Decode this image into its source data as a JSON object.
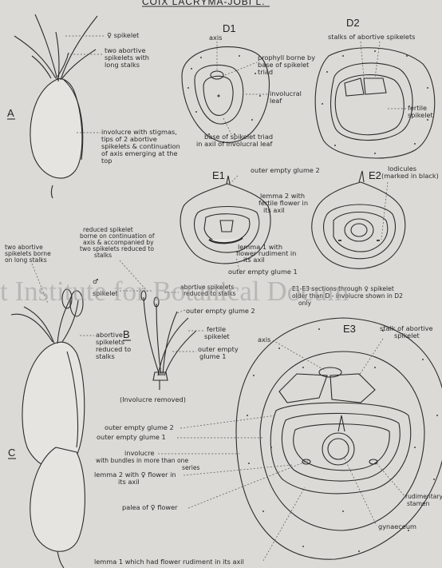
{
  "title": "COIX LACRYMA-JOBI L.",
  "watermark": "t Institute for Botanical Docum",
  "figures": {
    "A": "A",
    "B": "B",
    "C": "C",
    "D1": "D1",
    "D2": "D2",
    "E1": "E1",
    "E2": "E2",
    "E3": "E3"
  },
  "labels": {
    "a_spikelet": "♀ spikelet",
    "a_abortive": [
      "two abortive",
      "spikelets with",
      "long stalks"
    ],
    "a_involucre": [
      "involucre with stigmas,",
      "tips of 2 abortive",
      "spikelets & continuation",
      "of axis emerging at the",
      "top"
    ],
    "d1_axis": "axis",
    "d1_prophyll": [
      "prophyll borne by",
      "base of spikelet",
      "triad"
    ],
    "d1_involucral_leaf": [
      "involucral",
      "leaf"
    ],
    "d1_base": [
      "base of spikelet triad",
      "in axil of involucral leaf"
    ],
    "d2_stalks": "stalks of abortive spikelets",
    "d2_fertile": [
      "fertile",
      "spikelet"
    ],
    "e1_outer2": "outer empty glume 2",
    "e1_lemma2": [
      "lemma 2 with",
      "fertile flower in",
      "its axil"
    ],
    "e1_lemma1": [
      "lemma 1 with",
      "flower rudiment in",
      "its axil"
    ],
    "e1_outer1": "outer empty glume 1",
    "e2_lodicules": [
      "lodicules",
      "(marked in black)"
    ],
    "reduced": [
      "reduced spikelet",
      "borne on continuation of",
      "axis & accompanied by",
      "two spikelets reduced to",
      "stalks"
    ],
    "two_abortive": [
      "two abortive",
      "spikelets borne",
      "on long stalks"
    ],
    "b_spikelet": [
      "♂",
      "spikelet"
    ],
    "b_abortive": [
      "abortive spikelets",
      "reduced to stalks"
    ],
    "e_caption": [
      "E1-E3 sections through ♀ spikelet",
      "older than D - involucre shown in D2",
      "only"
    ],
    "b_outer2": "outer empty glume 2",
    "b_fertile": [
      "fertile",
      "spikelet"
    ],
    "b_outer1": [
      "outer empty",
      "glume 1"
    ],
    "b_removed": "(Involucre removed)",
    "c_abortive": [
      "abortive",
      "spikelets",
      "reduced to",
      "stalks"
    ],
    "e3_axis": "axis",
    "e3_stalk": [
      "stalk of abortive",
      "spikelet"
    ],
    "e3_outer2": "outer empty glume 2",
    "e3_outer1": "outer empty glume 1",
    "e3_involucre": [
      "involucre",
      "with bundles in more than one",
      "series"
    ],
    "e3_lemma2": [
      "lemma 2 with ♀ flower in",
      "its axil"
    ],
    "e3_palea": "palea of ♀ flower",
    "e3_stamen": [
      "rudimentary",
      "stamen"
    ],
    "e3_gynaeceum": "gynaeceum",
    "e3_lemma1": "lemma 1 which had flower rudiment in its axil"
  }
}
